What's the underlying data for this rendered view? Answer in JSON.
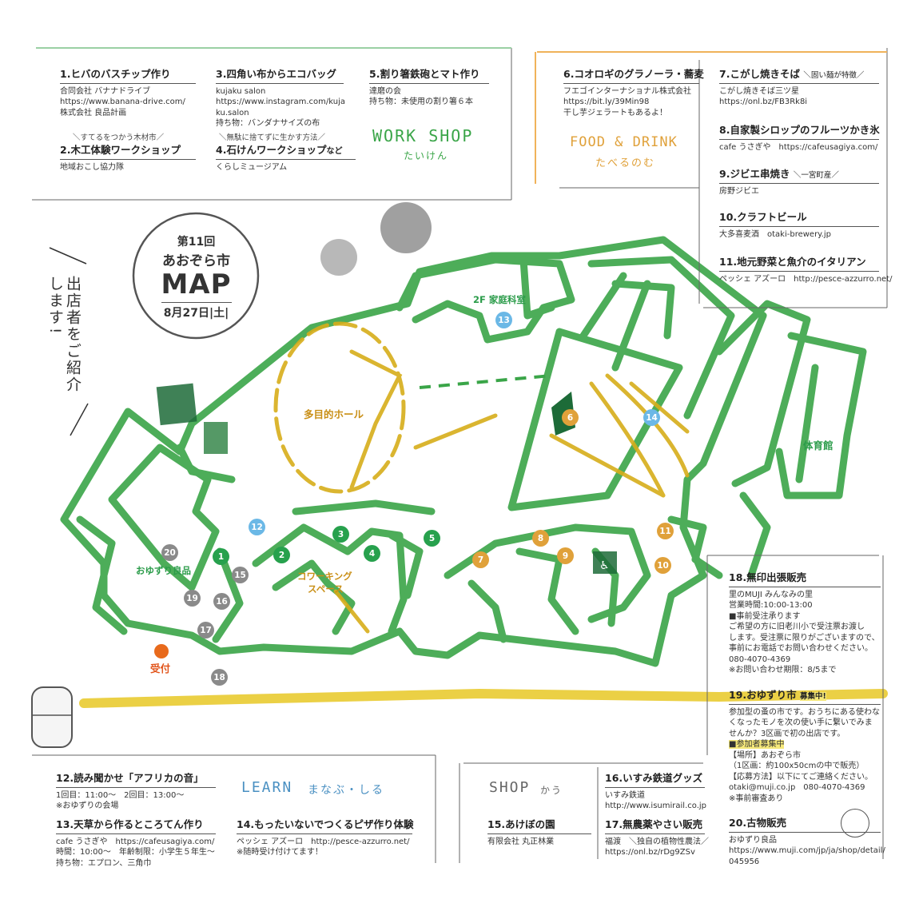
{
  "title": {
    "edition": "第11回",
    "name": "あおぞら市",
    "map": "MAP",
    "date": "8月27日|土|"
  },
  "side_note": "出店者をご紹介します!",
  "workshop": {
    "heading": "WORK SHOP",
    "heading_sub": "たいけん",
    "items": [
      {
        "no": "1.ヒバのバスチップ作り",
        "lines": [
          "合同会社 バナナドライブ",
          "https://www.banana-drive.com/",
          "株式会社 良品計画"
        ]
      },
      {
        "no": "2.木工体験ワークショップ",
        "pre": "＼すてるをつかう木材市／",
        "lines": [
          "地域おこし協力隊"
        ]
      },
      {
        "no": "3.四角い布からエコバッグ",
        "lines": [
          "kujaku salon",
          "https://www.instagram.com/kuja",
          "ku.salon",
          "持ち物：バンダナサイズの布"
        ]
      },
      {
        "no": "4.石けんワークショップ",
        "suffix": "など",
        "pre": "＼無駄に捨てずに生かす方法／",
        "lines": [
          "くらしミュージアム"
        ]
      },
      {
        "no": "5.割り箸鉄砲とマト作り",
        "lines": [
          "達磨の会",
          "持ち物：未使用の割り箸６本"
        ]
      }
    ]
  },
  "food": {
    "heading": "FOOD & DRINK",
    "heading_sub": "たべるのむ",
    "items": [
      {
        "no": "6.コオロギのグラノーラ・蕎麦",
        "lines": [
          "フエゴインターナショナル株式会社",
          "https://bit.ly/39Min98",
          "干し芋ジェラートもあるよ！"
        ]
      },
      {
        "no": "7.こがし焼きそば",
        "tag": "＼固い麺が特徴／",
        "lines": [
          "こがし焼きそば三ツ星",
          "https://onl.bz/FB3Rk8i"
        ]
      },
      {
        "no": "8.自家製シロップのフルーツかき氷",
        "lines": [
          "cafe うさぎや　https://cafeusagiya.com/"
        ]
      },
      {
        "no": "9.ジビエ串焼き",
        "tag": "＼一宮町産／",
        "lines": [
          "房野ジビエ"
        ]
      },
      {
        "no": "10.クラフトビール",
        "lines": [
          "大多喜麦酒　otaki-brewery.jp"
        ]
      },
      {
        "no": "11.地元野菜と魚介のイタリアン",
        "lines": [
          "ペッシェ アズーロ　http://pesce-azzurro.net/"
        ]
      }
    ]
  },
  "muji": {
    "i18": {
      "no": "18.無印出張販売",
      "lines": [
        "里のMUJI みんなみの里",
        "営業時間:10:00-13:00",
        "■事前受注承ります",
        "ご希望の方に旧老川小で受注票お渡し",
        "します。受注票に限りがございますので、",
        "事前にお電話でお問い合わせください。",
        "080-4070-4369",
        "※お問い合わせ期限：8/5まで"
      ]
    },
    "i19": {
      "no": "19.おゆずり市",
      "badge": "募集中!",
      "lines": [
        "参加型の蚤の市です。おうちにある使わな",
        "くなったモノを次の使い手に繋いでみま",
        "せんか？3区画で初の出店です。",
        "■参加者募集中",
        "【場所】あおぞら市",
        "（1区画：約100x50cmの中で販売）",
        "【応募方法】以下にてご連絡ください。",
        "otaki@muji.co.jp　080-4070-4369",
        "※事前審査あり"
      ]
    },
    "i20": {
      "no": "20.古物販売",
      "lines": [
        "おゆずり良品",
        "https://www.muji.com/jp/ja/shop/detail/",
        "045956"
      ]
    }
  },
  "learn": {
    "heading": "LEARN",
    "heading_sub": "まなぶ・しる",
    "items": [
      {
        "no": "12.読み聞かせ「アフリカの音」",
        "lines": [
          "1回目：11:00～　2回目：13:00～",
          "※おゆずりの会場"
        ]
      },
      {
        "no": "13.天草から作るところてん作り",
        "lines": [
          "cafe うさぎや　https://cafeusagiya.com/",
          "時間：10:00～　年齢制限：小学生５年生～",
          "持ち物：エプロン、三角巾"
        ]
      },
      {
        "no": "14.もったいないでつくるピザ作り体験",
        "lines": [
          "ペッシェ アズーロ　http://pesce-azzurro.net/",
          "※随時受け付けてます！"
        ]
      }
    ]
  },
  "shop": {
    "heading": "SHOP",
    "heading_sub": "かう",
    "items": [
      {
        "no": "15.あけぼの園",
        "lines": [
          "有限会社 丸正林業"
        ]
      },
      {
        "no": "16.いすみ鉄道グッズ",
        "lines": [
          "いすみ鉄道",
          "http://www.isumirail.co.jp"
        ]
      },
      {
        "no": "17.無農薬やさい販売",
        "lines": [
          "福渡　＼独自の植物性農法／",
          "https://onl.bz/rDg9ZSv"
        ]
      }
    ]
  },
  "map": {
    "labels": {
      "hall": "多目的ホール",
      "kitchen": "2F 家庭科室",
      "gym": "体育館",
      "cowork": "コワーキング",
      "cowork2": "スペース",
      "oyuzuri": "おゆずり良品",
      "reception": "受付"
    },
    "pins": [
      "1",
      "2",
      "3",
      "4",
      "5",
      "6",
      "7",
      "8",
      "9",
      "10",
      "11",
      "12",
      "13",
      "14",
      "15",
      "16",
      "17",
      "18",
      "19",
      "20"
    ]
  },
  "colors": {
    "green": "#2e9f3f",
    "yellow": "#d9b21d",
    "orange": "#e0a13a",
    "blue": "#6bb8e6",
    "gray": "#8a8a8a",
    "red": "#e86a1c"
  }
}
